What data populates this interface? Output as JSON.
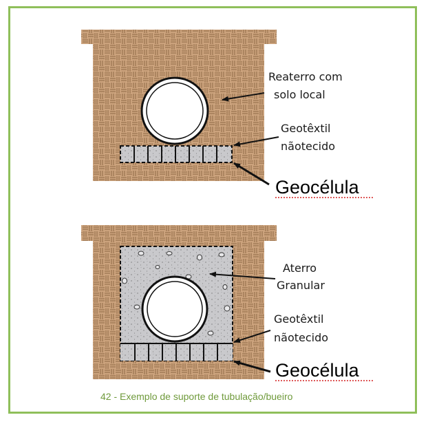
{
  "colors": {
    "frame": "#8fbf5a",
    "soil": "#cba27c",
    "soil_weave": "#9c7550",
    "gravel": "#c9c9cc",
    "caption": "#6f9a3b",
    "spellcheck": "#d42020"
  },
  "top_section": {
    "label_backfill_line1": "Reaterro com",
    "label_backfill_line2": "solo local",
    "label_geotextile_line1": "Geotêxtil",
    "label_geotextile_line2": "nãotecido",
    "label_geocell": "Geocélula"
  },
  "bottom_section": {
    "label_fill_line1": "Aterro",
    "label_fill_line2": "Granular",
    "label_geotextile_line1": "Geotêxtil",
    "label_geotextile_line2": "nãotecido",
    "label_geocell": "Geocélula"
  },
  "caption": "42 - Exemplo de suporte de tubulação/bueiro"
}
